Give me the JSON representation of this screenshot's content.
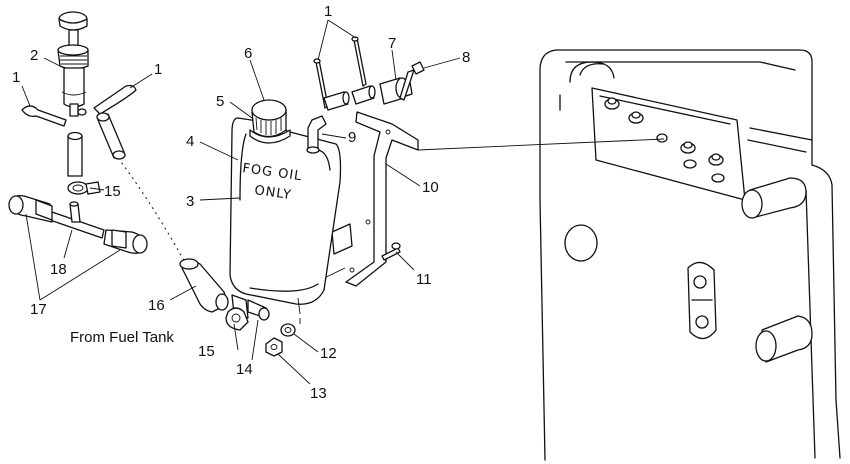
{
  "callouts": [
    {
      "id": "c1a",
      "text": "1"
    },
    {
      "id": "c1b",
      "text": "1"
    },
    {
      "id": "c1c",
      "text": "1"
    },
    {
      "id": "c2",
      "text": "2"
    },
    {
      "id": "c3",
      "text": "3"
    },
    {
      "id": "c4",
      "text": "4"
    },
    {
      "id": "c5",
      "text": "5"
    },
    {
      "id": "c6",
      "text": "6"
    },
    {
      "id": "c7",
      "text": "7"
    },
    {
      "id": "c8",
      "text": "8"
    },
    {
      "id": "c9",
      "text": "9"
    },
    {
      "id": "c10",
      "text": "10"
    },
    {
      "id": "c11",
      "text": "11"
    },
    {
      "id": "c12",
      "text": "12"
    },
    {
      "id": "c13",
      "text": "13"
    },
    {
      "id": "c14",
      "text": "14"
    },
    {
      "id": "c15a",
      "text": "15"
    },
    {
      "id": "c15b",
      "text": "15"
    },
    {
      "id": "c16",
      "text": "16"
    },
    {
      "id": "c17",
      "text": "17"
    },
    {
      "id": "c18",
      "text": "18"
    }
  ],
  "caption": "From Fuel Tank",
  "tank_label": {
    "line1": "FOG OIL",
    "line2": "ONLY"
  }
}
